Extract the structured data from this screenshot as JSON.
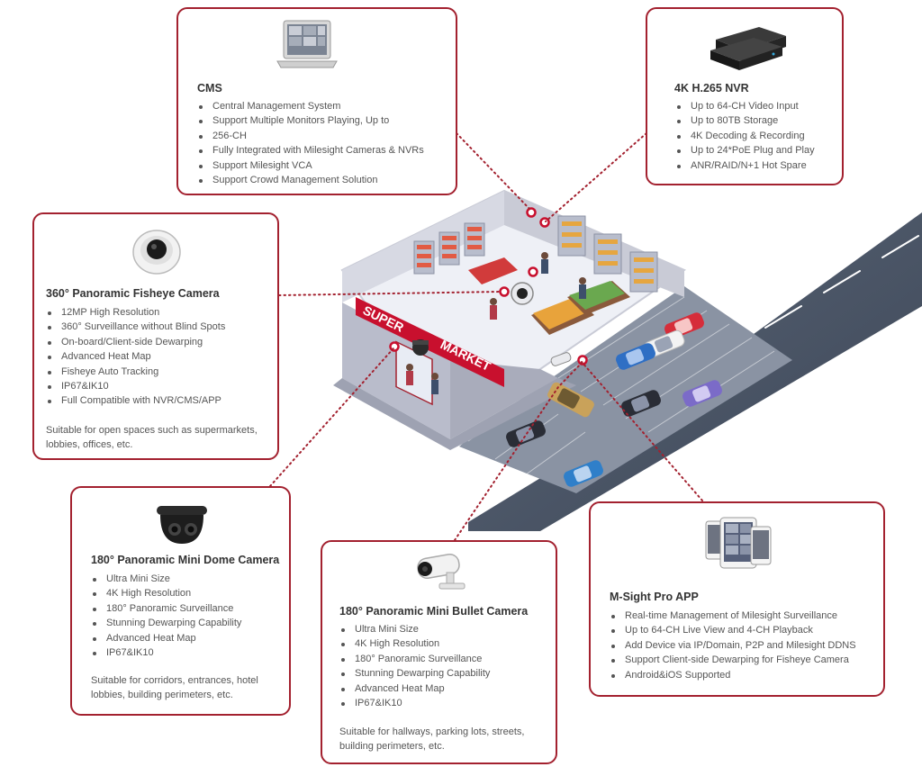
{
  "cards": {
    "cms": {
      "title": "CMS",
      "features": [
        "Central Management System",
        "Support Multiple Monitors Playing, Up to",
        "256-CH",
        "Fully Integrated with Milesight Cameras & NVRs",
        "Support Milesight VCA",
        "Support Crowd Management Solution"
      ]
    },
    "nvr": {
      "title": "4K H.265 NVR",
      "features": [
        "Up to 64-CH Video Input",
        "Up to 80TB Storage",
        "4K Decoding & Recording",
        "Up to 24*PoE Plug and Play",
        "ANR/RAID/N+1 Hot Spare"
      ]
    },
    "fisheye": {
      "title": "360° Panoramic Fisheye Camera",
      "features": [
        "12MP High Resolution",
        "360° Surveillance without Blind Spots",
        "On-board/Client-side Dewarping",
        "Advanced Heat Map",
        "Fisheye Auto Tracking",
        "IP67&IK10",
        "Full Compatible with NVR/CMS/APP"
      ],
      "note": "Suitable for open spaces such as supermarkets, lobbies, offices, etc."
    },
    "minidome": {
      "title": "180° Panoramic Mini Dome Camera",
      "features": [
        "Ultra Mini Size",
        "4K High Resolution",
        "180° Panoramic Surveillance",
        "Stunning Dewarping Capability",
        "Advanced Heat Map",
        "IP67&IK10"
      ],
      "note": "Suitable for corridors, entrances, hotel lobbies, building perimeters, etc."
    },
    "bullet": {
      "title": "180° Panoramic Mini Bullet Camera",
      "features": [
        "Ultra Mini Size",
        "4K High Resolution",
        "180° Panoramic Surveillance",
        "Stunning Dewarping Capability",
        "Advanced Heat Map",
        "IP67&IK10"
      ],
      "note": "Suitable for hallways, parking lots, streets, building perimeters, etc."
    },
    "app": {
      "title": "M-Sight Pro APP",
      "features": [
        "Real-time Management of Milesight Surveillance",
        "Up to 64-CH Live View and 4-CH Playback",
        "Add Device via IP/Domain, P2P and Milesight DDNS",
        "Support Client-side Dewarping for Fisheye Camera",
        "Android&iOS Supported"
      ]
    }
  },
  "store": {
    "sign_line1": "SUPER",
    "sign_line2": "MARKET"
  },
  "colors": {
    "accent": "#a3212f",
    "text": "#555555",
    "road": "#4a5566",
    "building_wall": "#c9cbd6",
    "floor": "#eef0f6"
  }
}
